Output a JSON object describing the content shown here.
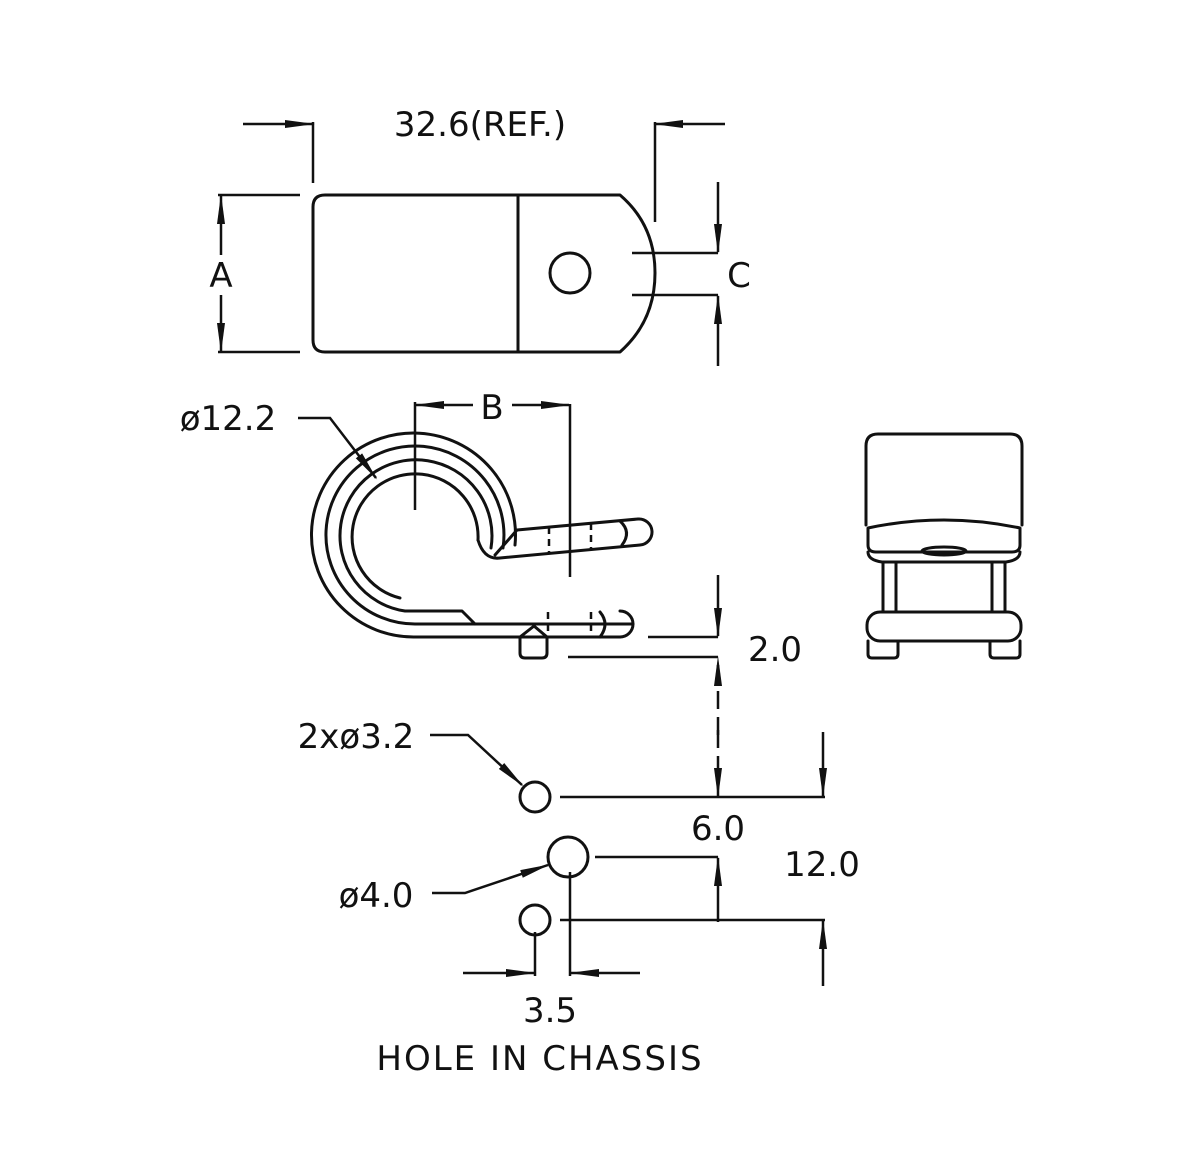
{
  "drawing": {
    "dim_overall_length": "32.6(REF.)",
    "dim_a": "A",
    "dim_b": "B",
    "dim_c": "C",
    "dim_bore_diameter": "ø12.2",
    "dim_thickness": "2.0",
    "dim_mount_holes": "2xø3.2",
    "dim_center_hole": "ø4.0",
    "dim_hole_vertical_offset": "6.0",
    "dim_hole_spacing": "12.0",
    "dim_hole_horizontal_offset": "3.5",
    "caption": "HOLE IN CHASSIS"
  }
}
